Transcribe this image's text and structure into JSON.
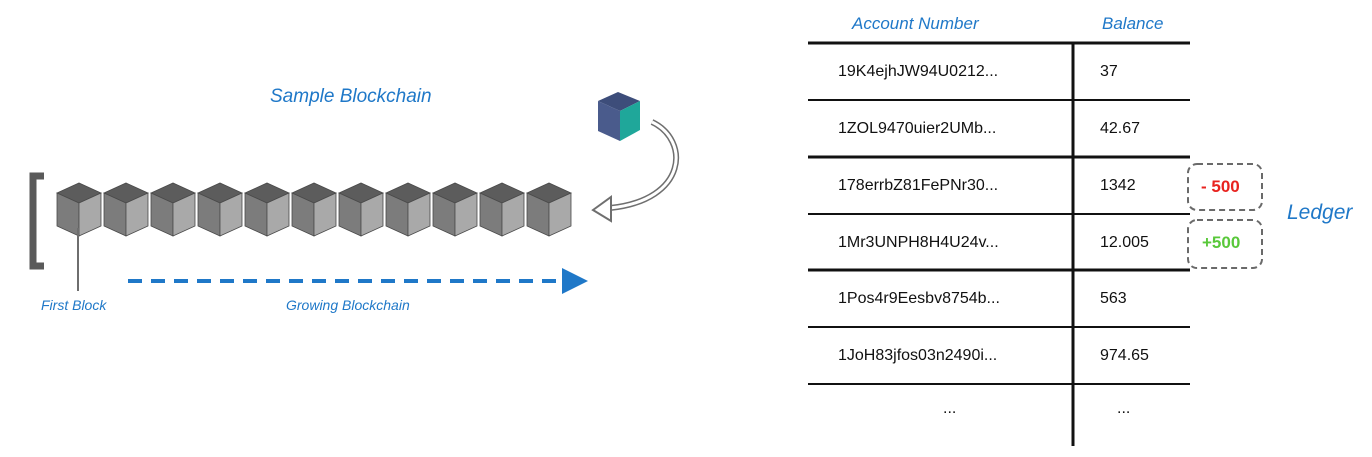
{
  "blockchain": {
    "title": "Sample Blockchain",
    "first_block_label": "First Block",
    "growing_label": "Growing Blockchain",
    "block_count": 11,
    "chain_color": "#6e6e6e",
    "new_block_colors": {
      "top": "#3d4d7a",
      "left": "#4a5b8c",
      "right": "#1fa79a"
    }
  },
  "ledger": {
    "title": "Ledger",
    "headers": {
      "account": "Account Number",
      "balance": "Balance"
    },
    "rows": [
      {
        "account": "19K4ejhJW94U0212...",
        "balance": "37",
        "delta": ""
      },
      {
        "account": "1ZOL9470uier2UMb...",
        "balance": "42.67",
        "delta": ""
      },
      {
        "account": "178errbZ81FePNr30...",
        "balance": "1342",
        "delta": "- 500"
      },
      {
        "account": "1Mr3UNPH8H4U24v...",
        "balance": "12.005",
        "delta": "+500"
      },
      {
        "account": "1Pos4r9Eesbv8754b...",
        "balance": "563",
        "delta": ""
      },
      {
        "account": "1JoH83jfos03n2490i...",
        "balance": "974.65",
        "delta": ""
      },
      {
        "account": "...",
        "balance": "...",
        "delta": ""
      }
    ],
    "colors": {
      "header": "#1f78c8",
      "negative": "#e8231f",
      "positive": "#59c83a"
    }
  }
}
